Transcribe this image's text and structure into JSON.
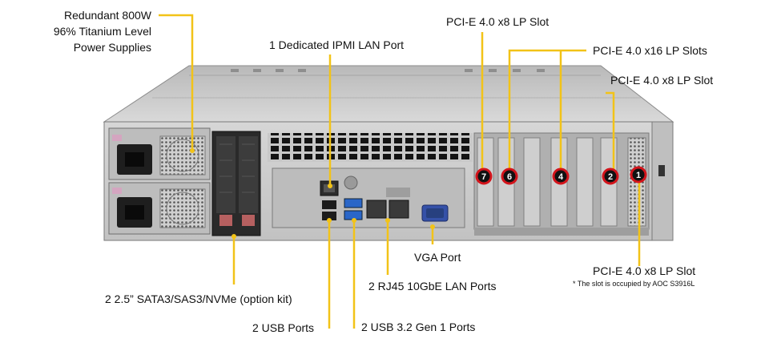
{
  "callouts": {
    "psu_line1": "Redundant  800W",
    "psu_line2": "96% Titanium  Level",
    "psu_line3": "Power Supplies",
    "ipmi": "1 Dedicated IPMI  LAN Port",
    "pcie_x8_top": "PCI-E 4.0 x8 LP Slot",
    "pcie_x16": "PCI-E 4.0 x16 LP Slots",
    "pcie_x8_right": "PCI-E 4.0 x8 LP Slot",
    "vga": "VGA Port",
    "pcie_x8_bottom": "PCI-E 4.0 x8 LP Slot",
    "pcie_note": "* The slot is occupied by AOC S3916L",
    "rj45": "2 RJ45  10GbE LAN Ports",
    "drives": "2 2.5” SATA3/SAS3/NVMe (option kit)",
    "usb": "2 USB Ports",
    "usb32": "2 USB 3.2 Gen 1 Ports"
  },
  "slot_badges": [
    "7",
    "6",
    "4",
    "2",
    "1"
  ],
  "colors": {
    "leader": "#f2c318",
    "badge_ring": "#d3141b",
    "chassis": "#c9c9c9",
    "usb_blue": "#2a66c8"
  }
}
